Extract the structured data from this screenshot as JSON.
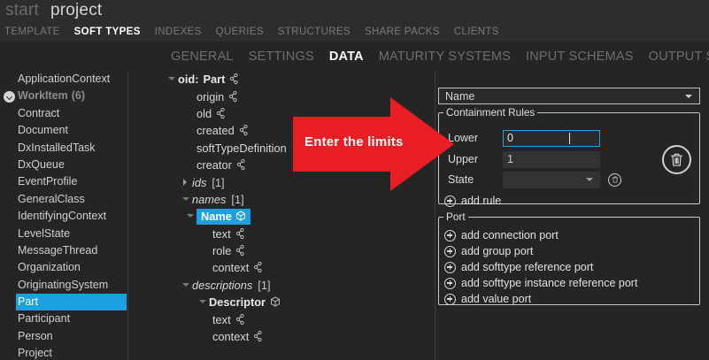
{
  "window": {
    "title_start": "start",
    "title_project": "project"
  },
  "primary_nav": {
    "items": [
      {
        "label": "TEMPLATE",
        "active": false
      },
      {
        "label": "SOFT TYPES",
        "active": true
      },
      {
        "label": "INDEXES",
        "active": false
      },
      {
        "label": "QUERIES",
        "active": false
      },
      {
        "label": "STRUCTURES",
        "active": false
      },
      {
        "label": "SHARE PACKS",
        "active": false
      },
      {
        "label": "CLIENTS",
        "active": false
      }
    ]
  },
  "secondary_nav": {
    "items": [
      {
        "label": "GENERAL",
        "active": false
      },
      {
        "label": "SETTINGS",
        "active": false
      },
      {
        "label": "DATA",
        "active": true
      },
      {
        "label": "MATURITY SYSTEMS",
        "active": false
      },
      {
        "label": "INPUT SCHEMAS",
        "active": false
      },
      {
        "label": "OUTPUT SCHEMAS",
        "active": false
      }
    ]
  },
  "sidebar": {
    "items": [
      {
        "label": "ApplicationContext",
        "selected": false,
        "kind": "plain"
      },
      {
        "label": "WorkItem",
        "selected": false,
        "kind": "group",
        "count": "(6)",
        "icon": "chevron-down-circle-icon"
      },
      {
        "label": "Contract",
        "selected": false,
        "kind": "plain"
      },
      {
        "label": "Document",
        "selected": false,
        "kind": "plain"
      },
      {
        "label": "DxInstalledTask",
        "selected": false,
        "kind": "plain"
      },
      {
        "label": "DxQueue",
        "selected": false,
        "kind": "plain"
      },
      {
        "label": "EventProfile",
        "selected": false,
        "kind": "plain"
      },
      {
        "label": "GeneralClass",
        "selected": false,
        "kind": "plain"
      },
      {
        "label": "IdentifyingContext",
        "selected": false,
        "kind": "plain"
      },
      {
        "label": "LevelState",
        "selected": false,
        "kind": "plain"
      },
      {
        "label": "MessageThread",
        "selected": false,
        "kind": "plain"
      },
      {
        "label": "Organization",
        "selected": false,
        "kind": "plain"
      },
      {
        "label": "OriginatingSystem",
        "selected": false,
        "kind": "plain"
      },
      {
        "label": "Part",
        "selected": true,
        "kind": "plain"
      },
      {
        "label": "Participant",
        "selected": false,
        "kind": "plain"
      },
      {
        "label": "Person",
        "selected": false,
        "kind": "plain"
      },
      {
        "label": "Project",
        "selected": false,
        "kind": "plain"
      }
    ]
  },
  "tree": {
    "nodes": [
      {
        "label": "oid:",
        "label2": "Part",
        "indent": 0,
        "twisty": "down",
        "icon": "property-icon",
        "style": "bold"
      },
      {
        "label": "origin",
        "indent": 2,
        "twisty": "none",
        "icon": "property-icon",
        "style": "plain"
      },
      {
        "label": "old",
        "indent": 2,
        "twisty": "none",
        "icon": "property-icon",
        "style": "plain"
      },
      {
        "label": "created",
        "indent": 2,
        "twisty": "none",
        "icon": "property-icon",
        "style": "plain"
      },
      {
        "label": "softTypeDefinition",
        "indent": 2,
        "twisty": "none",
        "icon": "none",
        "style": "plain"
      },
      {
        "label": "creator",
        "indent": 2,
        "twisty": "none",
        "icon": "property-icon",
        "style": "plain"
      },
      {
        "label": "ids",
        "count": "[1]",
        "indent": 1,
        "twisty": "right",
        "icon": "none",
        "style": "italic"
      },
      {
        "label": "names",
        "count": "[1]",
        "indent": 1,
        "twisty": "down",
        "icon": "none",
        "style": "italic"
      },
      {
        "label": "Name",
        "indent": 2,
        "twisty": "down",
        "icon": "cube-icon",
        "style": "selected"
      },
      {
        "label": "text",
        "indent": 4,
        "twisty": "none",
        "icon": "property-icon",
        "style": "plain"
      },
      {
        "label": "role",
        "indent": 4,
        "twisty": "none",
        "icon": "property-icon",
        "style": "plain"
      },
      {
        "label": "context",
        "indent": 4,
        "twisty": "none",
        "icon": "property-icon",
        "style": "plain"
      },
      {
        "label": "descriptions",
        "count": "[1]",
        "indent": 1,
        "twisty": "down",
        "icon": "none",
        "style": "italic"
      },
      {
        "label": "Descriptor",
        "indent": 2,
        "twisty": "down",
        "icon": "cube-icon",
        "style": "chip"
      },
      {
        "label": "text",
        "indent": 4,
        "twisty": "none",
        "icon": "property-icon",
        "style": "plain"
      },
      {
        "label": "context",
        "indent": 4,
        "twisty": "none",
        "icon": "property-icon",
        "style": "plain"
      }
    ]
  },
  "right_panel": {
    "element_combo": {
      "value": "Name",
      "icon": "chevron-down-icon"
    },
    "containment_rules": {
      "legend": "Containment Rules",
      "lower": {
        "label": "Lower",
        "value": "0",
        "focused": true
      },
      "upper": {
        "label": "Upper",
        "value": "1",
        "focused": false
      },
      "state": {
        "label": "State",
        "value": "",
        "icon": "chevron-down-icon"
      },
      "delete_rule_icon": "trash-icon",
      "delete_state_icon": "trash-icon",
      "add_rule": {
        "label": "add rule",
        "icon": "plus-circle-icon"
      }
    },
    "port": {
      "legend": "Port",
      "actions": [
        {
          "label": "add connection port",
          "icon": "plus-circle-icon"
        },
        {
          "label": "add group port",
          "icon": "plus-circle-icon"
        },
        {
          "label": "add softtype reference port",
          "icon": "plus-circle-icon"
        },
        {
          "label": "add softtype instance reference port",
          "icon": "plus-circle-icon"
        },
        {
          "label": "add value port",
          "icon": "plus-circle-icon"
        }
      ]
    }
  },
  "annotation": {
    "text": "Enter the limits",
    "color": "#E81E24",
    "icon": "right-arrow-callout"
  },
  "colors": {
    "background": "#252526",
    "chrome": "#2D2D30",
    "selection": "#1E9FE0",
    "accent_red": "#E81E24",
    "text": "#D4D4D4",
    "text_dim": "#7A7A7A",
    "border": "#C8C8C8"
  }
}
